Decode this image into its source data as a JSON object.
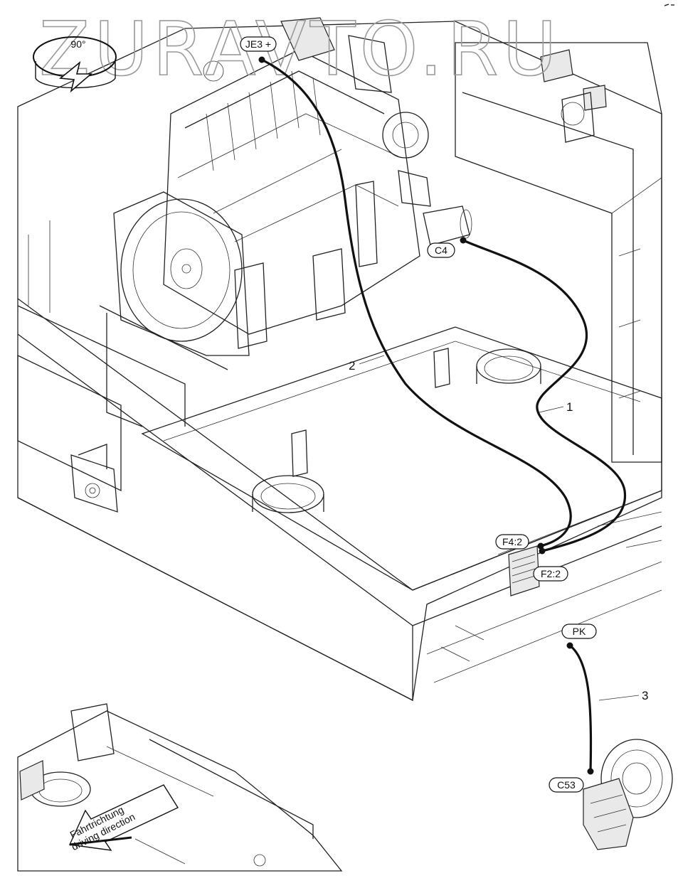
{
  "watermark": "ZURAVTO.RU",
  "rotate_badge": {
    "label": "90°",
    "icon": "rotate-90-icon"
  },
  "connectors": {
    "je3": "JE3 +",
    "c4": "C4",
    "f42": "F4:2",
    "f22": "F2:2",
    "pk": "PK",
    "c53": "C53"
  },
  "callouts": {
    "cable_1": "1",
    "cable_2": "2",
    "cable_3": "3"
  },
  "direction_arrow": {
    "line1": "Fahrtrichtung",
    "line2": "driving direction"
  },
  "colors": {
    "cable": "#111111",
    "watermark": "#9a9a9a",
    "line_art": "#222222"
  }
}
